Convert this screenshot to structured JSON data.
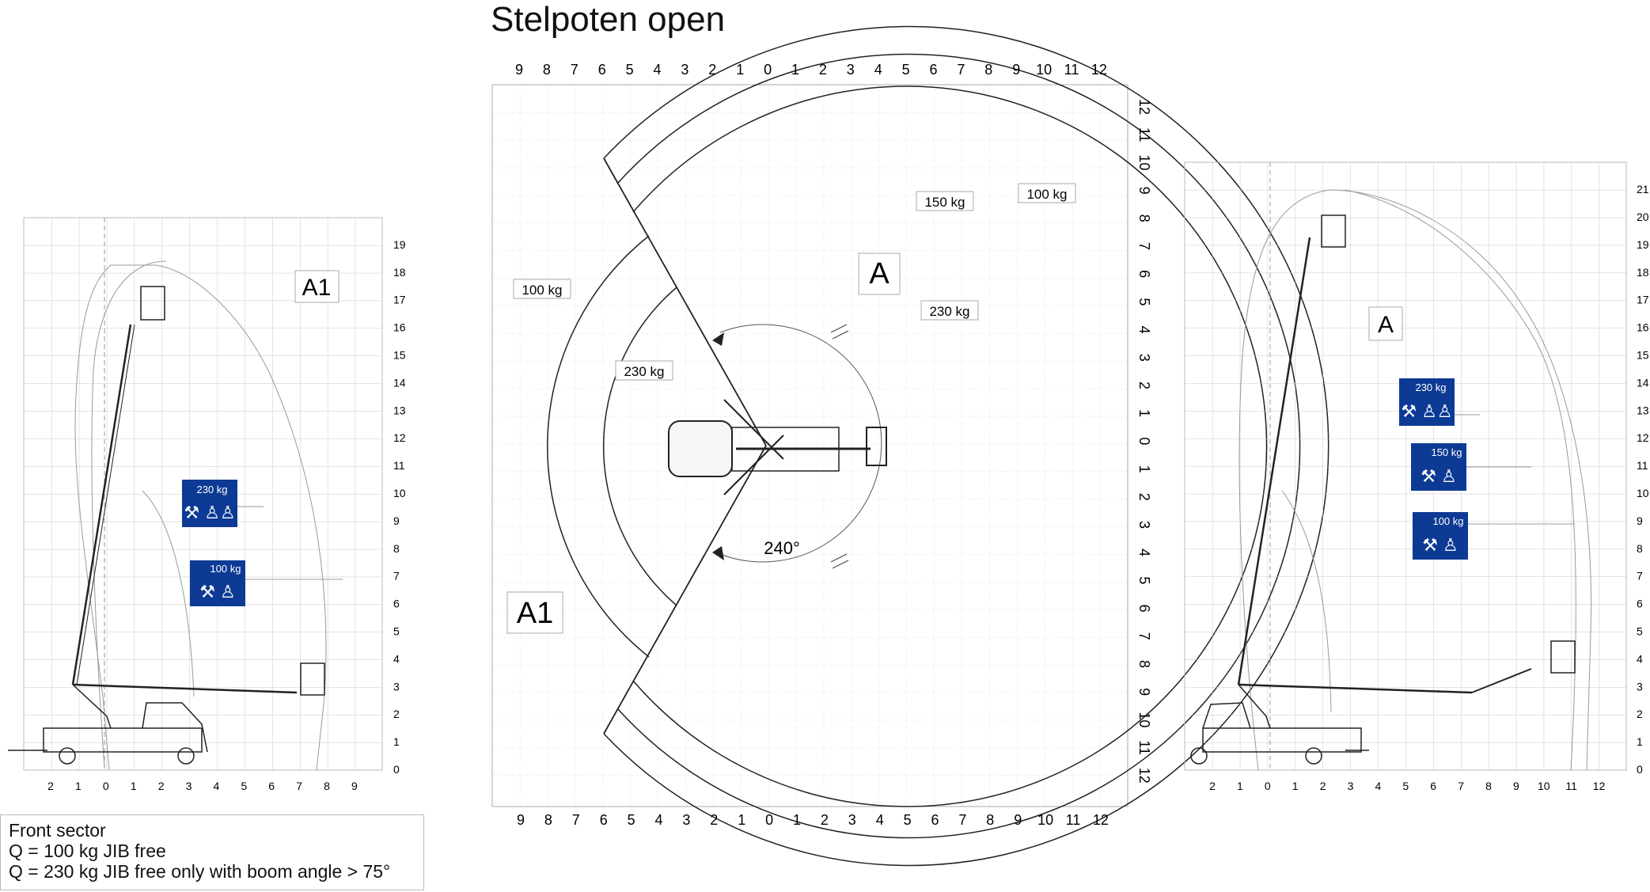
{
  "title": "Stelpoten open",
  "left_chart": {
    "zone_label": "A1",
    "x_ticks": [
      "2",
      "1",
      "0",
      "1",
      "2",
      "3",
      "4",
      "5",
      "6",
      "7",
      "8",
      "9"
    ],
    "y_ticks": [
      "0",
      "1",
      "2",
      "3",
      "4",
      "5",
      "6",
      "7",
      "8",
      "9",
      "10",
      "11",
      "12",
      "13",
      "14",
      "15",
      "16",
      "17",
      "18",
      "19"
    ],
    "signs": [
      {
        "load": "230 kg"
      },
      {
        "load": "100 kg"
      }
    ]
  },
  "center_chart": {
    "x_ticks": [
      "9",
      "8",
      "7",
      "6",
      "5",
      "4",
      "3",
      "2",
      "1",
      "0",
      "1",
      "2",
      "3",
      "4",
      "5",
      "6",
      "7",
      "8",
      "9",
      "10",
      "11",
      "12"
    ],
    "y_ticks": [
      "12",
      "11",
      "10",
      "9",
      "8",
      "7",
      "6",
      "5",
      "4",
      "3",
      "2",
      "1",
      "0",
      "1",
      "2",
      "3",
      "4",
      "5",
      "6",
      "7",
      "8",
      "9",
      "10",
      "11",
      "12"
    ],
    "zone_a": "A",
    "zone_a1": "A1",
    "angle_label": "240°",
    "load_labels": [
      "150 kg",
      "100 kg",
      "230 kg",
      "100 kg",
      "230 kg"
    ]
  },
  "right_chart": {
    "zone_label": "A",
    "x_ticks": [
      "2",
      "1",
      "0",
      "1",
      "2",
      "3",
      "4",
      "5",
      "6",
      "7",
      "8",
      "9",
      "10",
      "11",
      "12"
    ],
    "y_ticks": [
      "0",
      "1",
      "2",
      "3",
      "4",
      "5",
      "6",
      "7",
      "8",
      "9",
      "10",
      "11",
      "12",
      "13",
      "14",
      "15",
      "16",
      "17",
      "18",
      "19",
      "20",
      "21"
    ],
    "signs": [
      {
        "load": "230 kg"
      },
      {
        "load": "150 kg"
      },
      {
        "load": "100 kg"
      }
    ]
  },
  "legend": {
    "line1": "Front sector",
    "line2": "Q = 100 kg   JIB free",
    "line3": "Q = 230 kg   JIB free only with boom angle > 75°"
  },
  "colors": {
    "sign_blue": "#0d3a94",
    "grid": "#c8c8c8",
    "ink": "#111111"
  }
}
